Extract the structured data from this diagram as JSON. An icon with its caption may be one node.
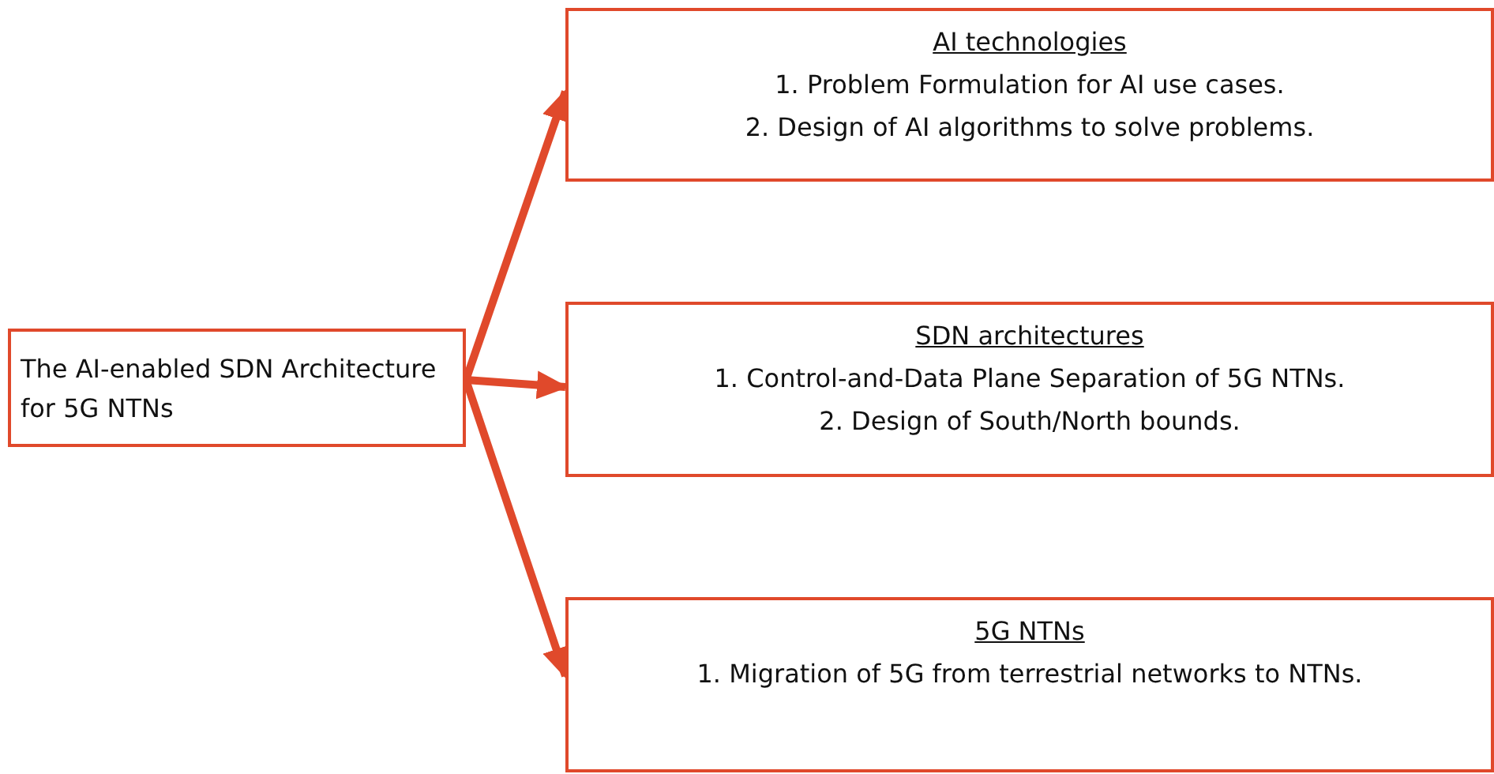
{
  "diagram": {
    "nodes": [
      {
        "text": [
          "The AI-enabled SDN Architecture for 5G NTNs"
        ]
      },
      {
        "text": [
          "AI technologies",
          "1. Problem Formulation for AI use cases.",
          "2. Design of AI algorithms to solve problems."
        ]
      },
      {
        "text": [
          "SDN architectures",
          "1. Control-and-Data Plane Separation of 5G NTNs.",
          "2. Design of South/North bounds."
        ]
      },
      {
        "text": [
          "5G NTNs",
          "1. Migration of 5G from terrestrial networks to NTNs."
        ]
      }
    ],
    "edges": [
      {
        "from": 0,
        "to": 1,
        "arrow": "to"
      },
      {
        "from": 0,
        "to": 2,
        "arrow": "to"
      },
      {
        "from": 0,
        "to": 3,
        "arrow": "to"
      }
    ]
  }
}
